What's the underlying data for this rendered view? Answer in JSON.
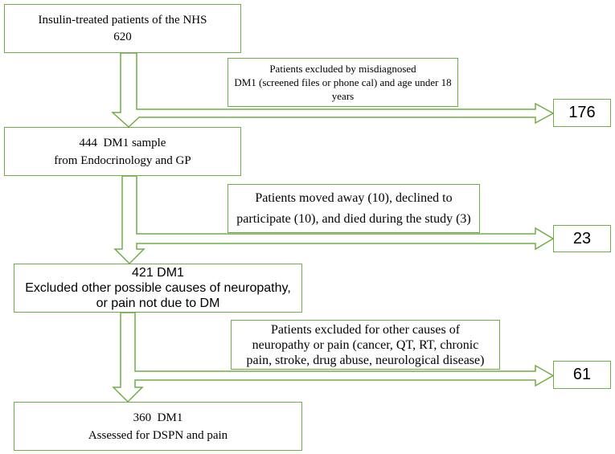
{
  "colors": {
    "line": "#70AD47",
    "text": "#000000",
    "background": "#FFFFFF"
  },
  "stages": [
    {
      "lines": [
        "Insulin-treated patients of the NHS",
        "620"
      ]
    },
    {
      "lines": [
        "444  DM1 sample",
        "from Endocrinology and GP"
      ]
    },
    {
      "lines": [
        "421 DM1",
        "Excluded other possible causes of neuropathy,",
        "or pain not due to DM"
      ]
    },
    {
      "lines": [
        "360  DM1",
        "Assessed for DSPN and pain"
      ]
    }
  ],
  "exclusions": [
    {
      "reason_lines": [
        "Patients excluded by misdiagnosed",
        "DM1 (screened files or phone cal) and age under 18",
        "years"
      ],
      "count": "176"
    },
    {
      "reason_lines": [
        "Patients moved away (10), declined to",
        "participate (10), and died during the study (3)"
      ],
      "count": "23"
    },
    {
      "reason_lines": [
        "Patients excluded for other causes of",
        "neuropathy or pain (cancer, QT, RT, chronic",
        "pain, stroke, drug abuse, neurological disease)"
      ],
      "count": "61"
    }
  ]
}
